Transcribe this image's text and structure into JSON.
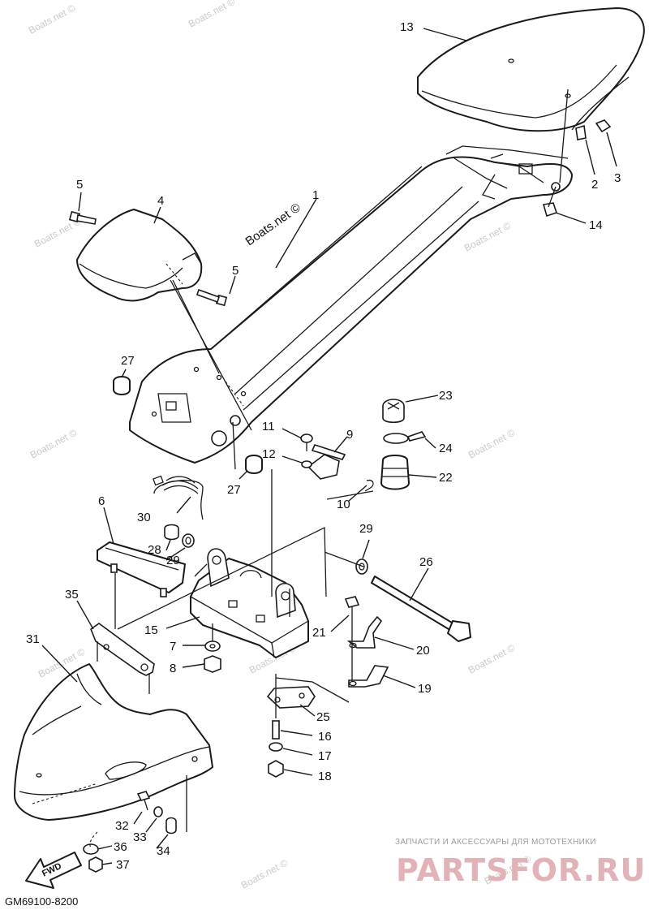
{
  "diagram": {
    "code": "GM69100-8200",
    "watermark": "Boats.net ©",
    "brand_tagline": "ЗАПЧАСТИ И АКСЕССУАРЫ ДЛЯ МОТОТЕХНИКИ",
    "brand_name": "PARTSFOR.RU",
    "fwd_label": "FWD",
    "callouts": {
      "c1": "1",
      "c2": "2",
      "c3": "3",
      "c4": "4",
      "c5a": "5",
      "c5b": "5",
      "c6": "6",
      "c7": "7",
      "c8": "8",
      "c9": "9",
      "c10": "10",
      "c11": "11",
      "c12": "12",
      "c13": "13",
      "c14": "14",
      "c15": "15",
      "c16": "16",
      "c17": "17",
      "c18": "18",
      "c19": "19",
      "c20": "20",
      "c21": "21",
      "c22": "22",
      "c23": "23",
      "c24": "24",
      "c25": "25",
      "c26": "26",
      "c27a": "27",
      "c27b": "27",
      "c28": "28",
      "c29a": "29",
      "c29b": "29",
      "c30": "30",
      "c31": "31",
      "c32": "32",
      "c33": "33",
      "c34": "34",
      "c35": "35",
      "c36": "36",
      "c37": "37"
    }
  }
}
